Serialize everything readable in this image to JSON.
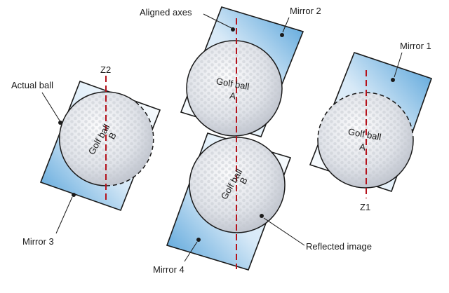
{
  "labels": {
    "aligned_axes": "Aligned axes",
    "mirror_1": "Mirror 1",
    "mirror_2": "Mirror 2",
    "mirror_3": "Mirror 3",
    "mirror_4": "Mirror 4",
    "actual_ball": "Actual ball",
    "reflected_image": "Reflected image",
    "z1": "Z1",
    "z2": "Z2"
  },
  "balls": {
    "top": {
      "line1": "Golf ball",
      "line2": "A"
    },
    "right": {
      "line1": "Golf ball",
      "line2": "A"
    },
    "left": {
      "line1": "Golf ball",
      "line2": "B"
    },
    "bottom": {
      "line1": "Golf ball",
      "line2": "B"
    }
  },
  "colors": {
    "axis": "#b5121b",
    "mirror_light": "#ffffff",
    "mirror_dark": "#4f9fd8",
    "ball_light": "#f4f5f8",
    "ball_shade": "#b7bcc7"
  }
}
